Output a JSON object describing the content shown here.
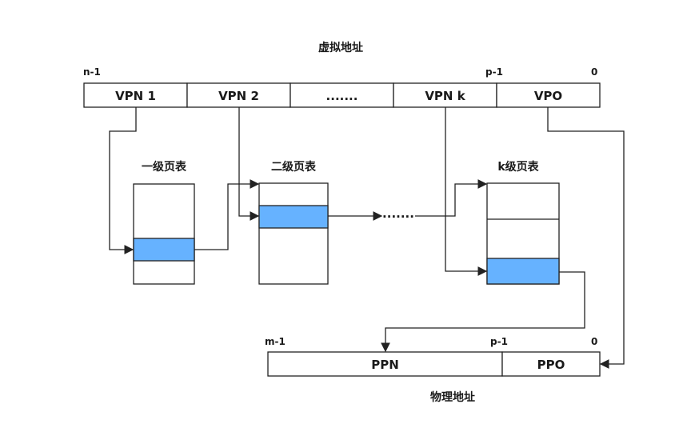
{
  "virtual_address": {
    "title": "虚拟地址",
    "bit_high": "n-1",
    "bit_mid": "p-1",
    "bit_low": "0",
    "fields": [
      "VPN 1",
      "VPN 2",
      ".......",
      "VPN k",
      "VPO"
    ]
  },
  "page_tables": {
    "level1": "一级页表",
    "level2": "二级页表",
    "levelk": "k级页表",
    "ellipsis": "......."
  },
  "physical_address": {
    "title": "物理地址",
    "bit_high": "m-1",
    "bit_mid": "p-1",
    "bit_low": "0",
    "fields": [
      "PPN",
      "PPO"
    ]
  },
  "colors": {
    "highlight": "#66b2ff",
    "stroke": "#222222"
  }
}
